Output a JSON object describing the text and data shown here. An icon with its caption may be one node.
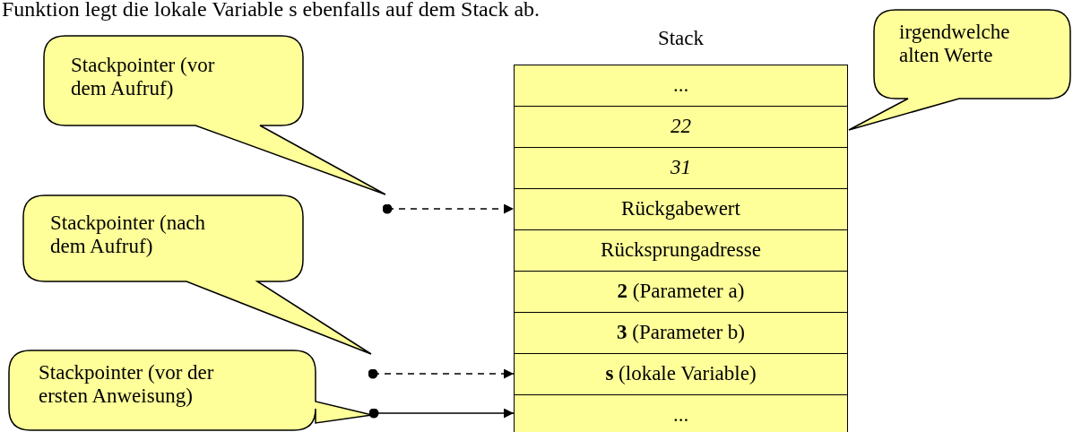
{
  "diagram": {
    "nodes": [
      {
        "text": [
          "Stack"
        ]
      },
      {
        "text": [
          "..."
        ],
        "in": 0
      },
      {
        "text": [
          "22"
        ],
        "in": 0
      },
      {
        "text": [
          "31"
        ],
        "in": 0
      },
      {
        "text": [
          "Rückgabewert"
        ],
        "in": 0
      },
      {
        "text": [
          "Rücksprungadresse"
        ],
        "in": 0
      },
      {
        "text": [
          "**2** (Parameter a)"
        ],
        "in": 0
      },
      {
        "text": [
          "**3** (Parameter b)"
        ],
        "in": 0
      },
      {
        "text": [
          "**s** (lokale Variable)"
        ],
        "in": 0
      },
      {
        "text": [
          "..."
        ],
        "in": 0
      },
      {
        "text": [
          "Stackpointer (vor dem Aufruf)"
        ]
      },
      {
        "text": [
          "Stackpointer (nach dem Aufruf)"
        ]
      },
      {
        "text": [
          "Stackpointer (vor der ersten Anweisung)"
        ]
      },
      {
        "text": [
          "irgendwelche alten Werte"
        ]
      }
    ],
    "edges": [
      {
        "from": 10,
        "to": 4,
        "arrow": "to",
        "style": "dashed"
      },
      {
        "from": 11,
        "to": 8,
        "arrow": "to",
        "style": "dashed"
      },
      {
        "from": 12,
        "to": 9,
        "arrow": "to"
      }
    ],
    "labels": [
      "Funktion legt die lokale Variable s ebenfalls auf dem Stack ab."
    ]
  }
}
